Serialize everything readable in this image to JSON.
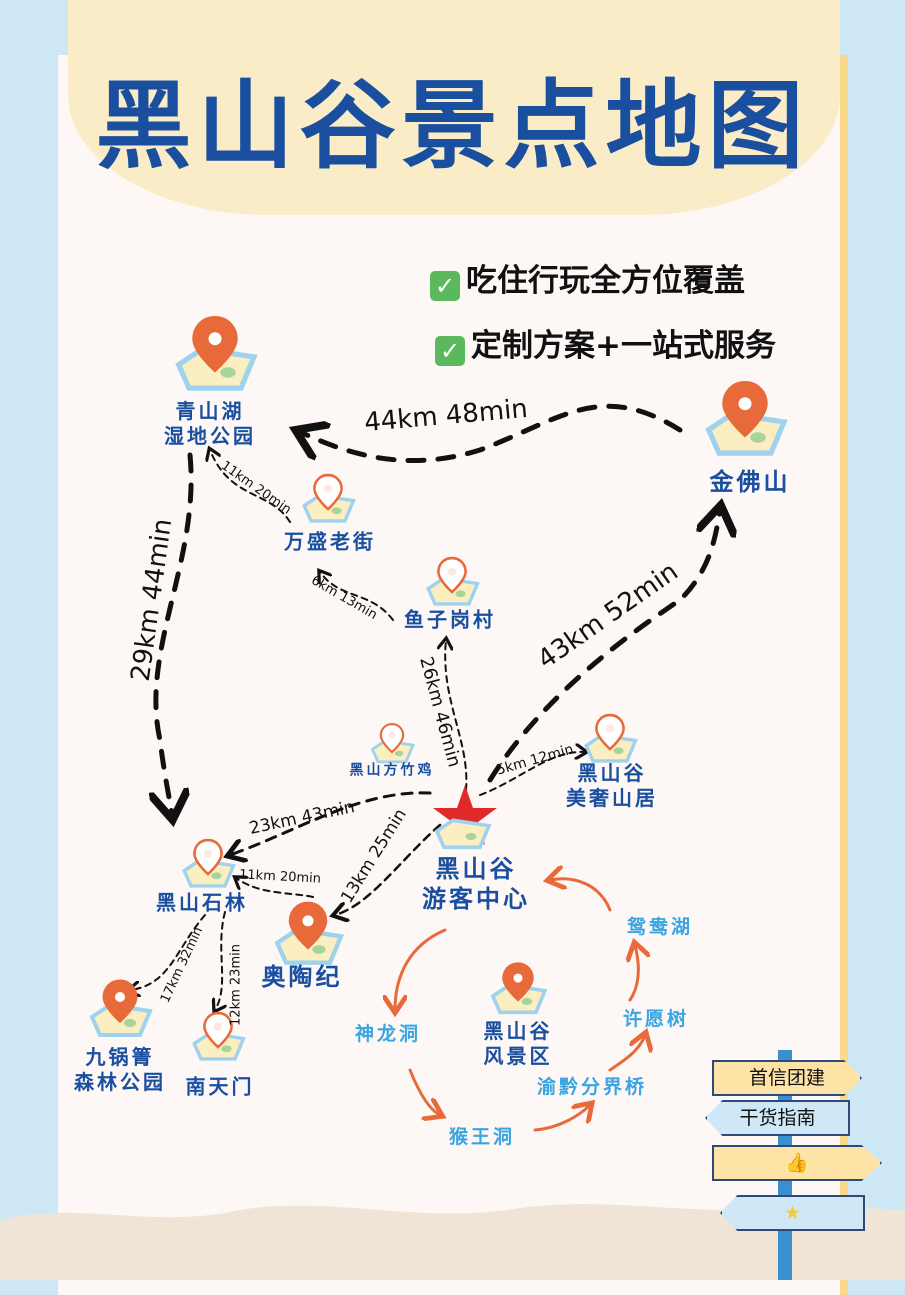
{
  "title": "黑山谷景点地图",
  "features": [
    "吃住行玩全方位覆盖",
    "定制方案+一站式服务"
  ],
  "places": {
    "qingshanhu": [
      "青山湖",
      "湿地公园"
    ],
    "jinfoshan": "金佛山",
    "wansheng": "万盛老街",
    "yuzigang": "鱼子岗村",
    "fangzhuji": "黑山方竹鸡",
    "meishe": [
      "黑山谷",
      "美奢山居"
    ],
    "center": [
      "黑山谷",
      "游客中心"
    ],
    "shilin": "黑山石林",
    "aotaoji": "奥陶纪",
    "jiuguojing": [
      "九锅箐",
      "森林公园"
    ],
    "nantianmen": "南天门",
    "scenic": [
      "黑山谷",
      "风景区"
    ]
  },
  "loop": [
    "神龙洞",
    "猴王洞",
    "渝黔分界桥",
    "许愿树",
    "鸳鸯湖"
  ],
  "routes": [
    "44km  48min",
    "29km  44min",
    "43km  52min",
    "26km  46min",
    "5km  12min",
    "23km  43min",
    "13km  25min",
    "11km  20min",
    "17km  32min",
    "12km  23min",
    "11km  20min",
    "6km  13min"
  ],
  "signs": [
    "首信团建",
    "干货指南"
  ],
  "colors": {
    "title": "#1a4fa0",
    "pin": "#e8693a",
    "loop": "#3aa5e0",
    "star": "#e02a2a",
    "check": "#5cb85c"
  }
}
